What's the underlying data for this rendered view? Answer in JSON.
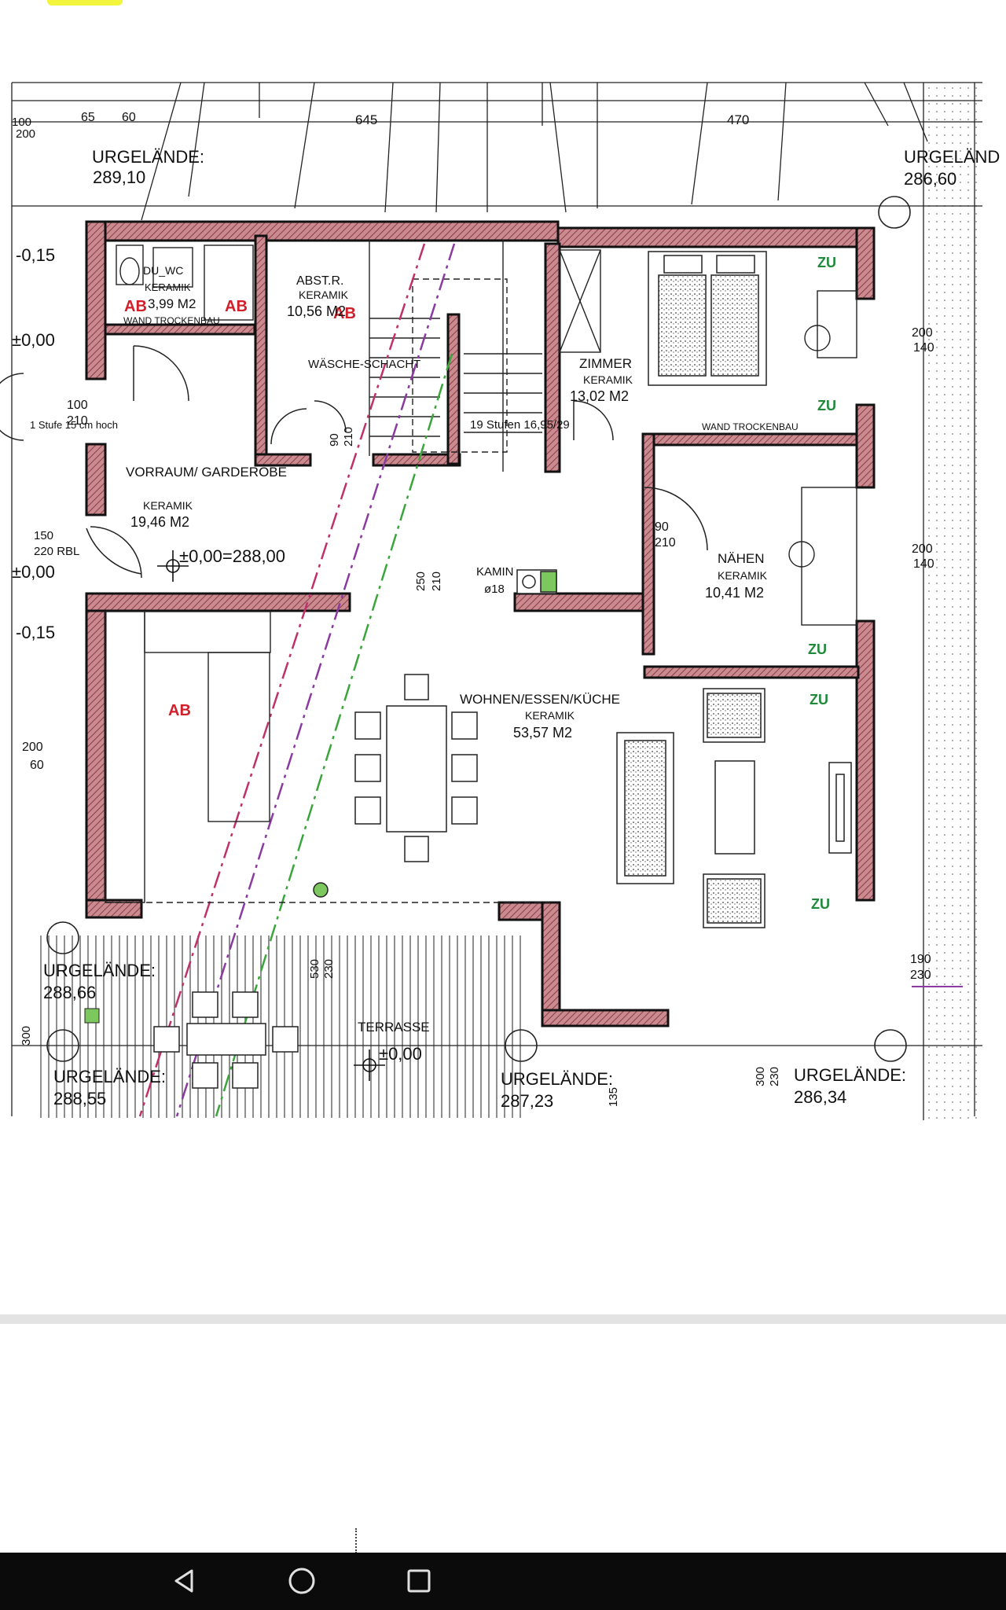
{
  "plan": {
    "dimensions_top": [
      "65",
      "60",
      "645",
      "470"
    ],
    "dimensions_side": [
      "100",
      "200",
      "200",
      "140",
      "200",
      "140",
      "200",
      "60",
      "190",
      "230",
      "300",
      "300",
      "230",
      "135",
      "530",
      "230",
      "250",
      "210",
      "90",
      "210",
      "100",
      "210",
      "90",
      "210",
      "150",
      "220 RBL"
    ],
    "levels": {
      "minus_015_a": "-0,15",
      "pm0_a": "±0,00",
      "pm0_b": "±0,00",
      "minus_015_b": "-0,15",
      "ref": "±0,00=288,00",
      "terrace": "±0,00"
    },
    "terrain": [
      {
        "label": "URGELÄNDE:",
        "value": "289,10"
      },
      {
        "label": "URGELÄND",
        "value": "286,60"
      },
      {
        "label": "URGELÄNDE:",
        "value": "288,66"
      },
      {
        "label": "URGELÄNDE:",
        "value": "288,55"
      },
      {
        "label": "URGELÄNDE:",
        "value": "287,23"
      },
      {
        "label": "URGELÄNDE:",
        "value": "286,34"
      }
    ],
    "rooms": {
      "bath": {
        "name": "DU_WC",
        "floor": "KERAMIK",
        "area": "3,99 M2"
      },
      "storage": {
        "name": "ABST.R.",
        "floor": "KERAMIK",
        "area": "10,56 M2"
      },
      "laundry": "WÄSCHE-SCHACHT",
      "bedroom": {
        "name": "ZIMMER",
        "floor": "KERAMIK",
        "area": "13,02 M2"
      },
      "hall": {
        "name": "VORRAUM/ GARDEROBE",
        "floor": "KERAMIK",
        "area": "19,46 M2"
      },
      "sewing": {
        "name": "NÄHEN",
        "floor": "KERAMIK",
        "area": "10,41 M2"
      },
      "living": {
        "name": "WOHNEN/ESSEN/KÜCHE",
        "floor": "KERAMIK",
        "area": "53,57 M2"
      },
      "terrace": "TERRASSE"
    },
    "notes": {
      "wall_dry_1": "WAND TROCKENBAU",
      "wall_dry_2": "WAND TROCKENBAU",
      "stairs": "19 Stufen 16,95/29",
      "step": "1 Stufe 15 cm hoch",
      "chimney": "KAMIN",
      "chimney_d": "ø18",
      "supply": "ZU",
      "exhaust": "AB"
    },
    "colors": {
      "wall": "#b5505c",
      "green_line": "#3aa53a",
      "pink_line": "#c0306a",
      "purple_line": "#8a3aa0",
      "annotation_green": "#1e8a3a",
      "annotation_red": "#d21f2a"
    }
  },
  "navbar": {
    "back": "back-icon",
    "home": "home-icon",
    "recent": "recent-apps-icon"
  }
}
